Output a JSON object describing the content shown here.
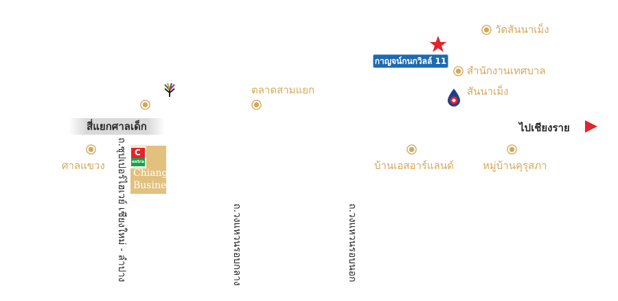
{
  "project": {
    "label": "กาญจน์กนกวิลล์ 11"
  },
  "junction": {
    "label": "สี่แยกศาลเด็ก"
  },
  "direction": {
    "label": "ไปเชียงราย"
  },
  "places": [
    {
      "label": "วัดสันนาเม็ง"
    },
    {
      "label": "สำนักงานเทศบาล"
    },
    {
      "label": "สันนาเม็ง"
    },
    {
      "label": "ตลาดสามแยก"
    },
    {
      "label": "บ้านเอสอาร์แลนด์"
    },
    {
      "label": "หมู่บ้านคุรุสภา"
    },
    {
      "label": "ศาลแขวง"
    }
  ],
  "roads": {
    "superhighway": "ถ.ซุปเปอร์ไฮเวย์ เชียงใหม่ - ลำปาง",
    "middle_ring": "ถ.วงแหวนรอบกลาง",
    "outer_ring": "ถ.วงแหวนรอบนอก"
  },
  "stores": {
    "bigc_top": "C",
    "bigc_bottom": "extra",
    "cbi_line1": "Chiang Mai",
    "cbi_line2": "Business"
  },
  "colors": {
    "place_gold": "#d4a85a",
    "project_blue": "#1d6ab0",
    "star_red": "#e4242b",
    "arrow_red": "#e4242b"
  }
}
